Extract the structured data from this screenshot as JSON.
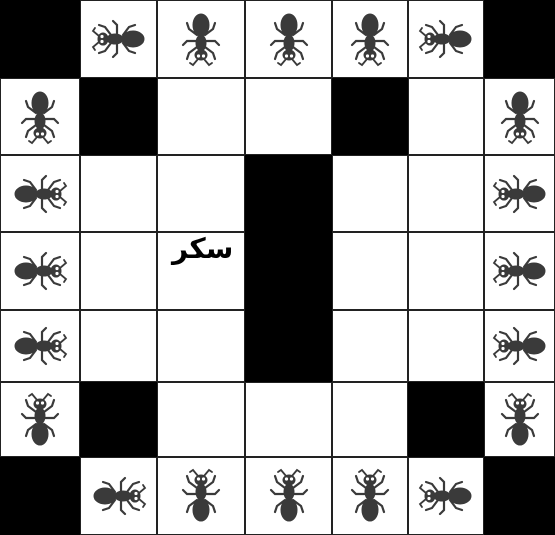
{
  "board": {
    "rows": 7,
    "cols": 7,
    "cells": [
      [
        "black",
        "ant-left",
        "ant-down",
        "ant-down",
        "ant-down",
        "ant-left",
        "black"
      ],
      [
        "ant-down",
        "black",
        "empty",
        "empty",
        "black",
        "empty",
        "ant-down"
      ],
      [
        "ant-right",
        "empty",
        "empty",
        "black",
        "empty",
        "empty",
        "ant-left"
      ],
      [
        "ant-right",
        "empty",
        "empty",
        "black",
        "empty",
        "empty",
        "ant-left"
      ],
      [
        "ant-right",
        "empty",
        "empty",
        "black",
        "empty",
        "empty",
        "ant-left"
      ],
      [
        "ant-up",
        "black",
        "empty",
        "empty",
        "empty",
        "black",
        "ant-up"
      ],
      [
        "black",
        "ant-right",
        "ant-up",
        "ant-up",
        "ant-up",
        "ant-left",
        "black"
      ]
    ]
  },
  "sugar_label": "سكر",
  "colors": {
    "black": "#000000",
    "white": "#ffffff",
    "ant": "#3a3a3a"
  },
  "icon": "ant-icon"
}
